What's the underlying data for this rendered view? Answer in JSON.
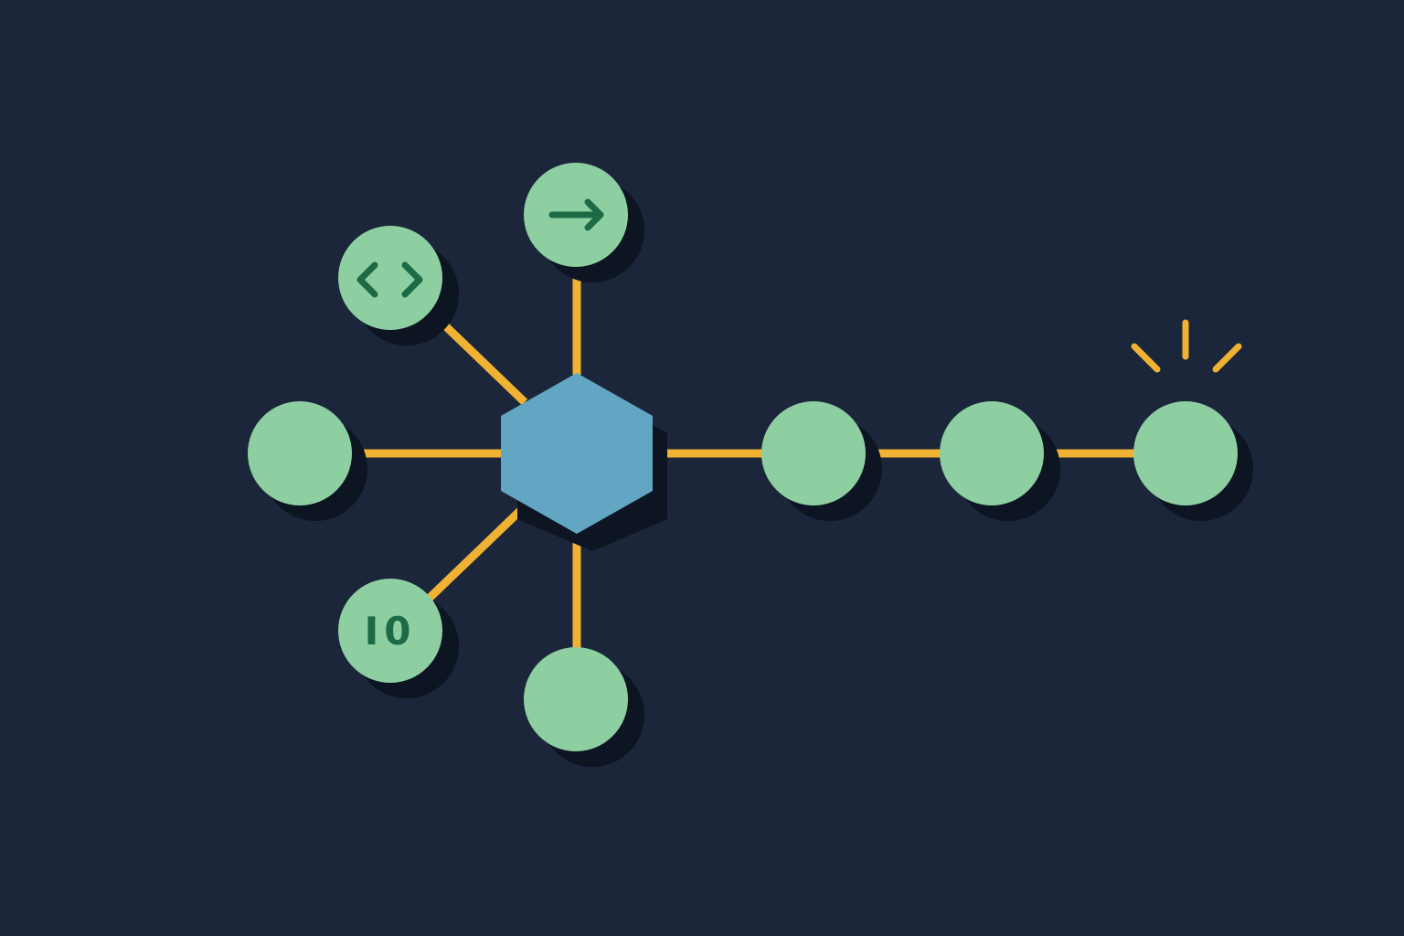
{
  "colors": {
    "background": "#1b263a",
    "node_fill": "#8ecfa2",
    "node_shadow": "#0d1422",
    "hub_fill": "#62a6c3",
    "edge": "#f0b233",
    "glyph": "#1d6a47",
    "spark": "#f0b233"
  },
  "hub": {
    "shape": "hexagon"
  },
  "nodes": [
    {
      "id": "code",
      "icon": "code-brackets-icon",
      "label": ""
    },
    {
      "id": "arrow",
      "icon": "arrow-right-icon",
      "label": ""
    },
    {
      "id": "left",
      "icon": "",
      "label": ""
    },
    {
      "id": "binary",
      "icon": "binary-io-icon",
      "label": "I0"
    },
    {
      "id": "bottom",
      "icon": "",
      "label": ""
    },
    {
      "id": "chain-1",
      "icon": "",
      "label": ""
    },
    {
      "id": "chain-2",
      "icon": "",
      "label": ""
    },
    {
      "id": "chain-end",
      "icon": "spark-icon",
      "label": ""
    }
  ]
}
